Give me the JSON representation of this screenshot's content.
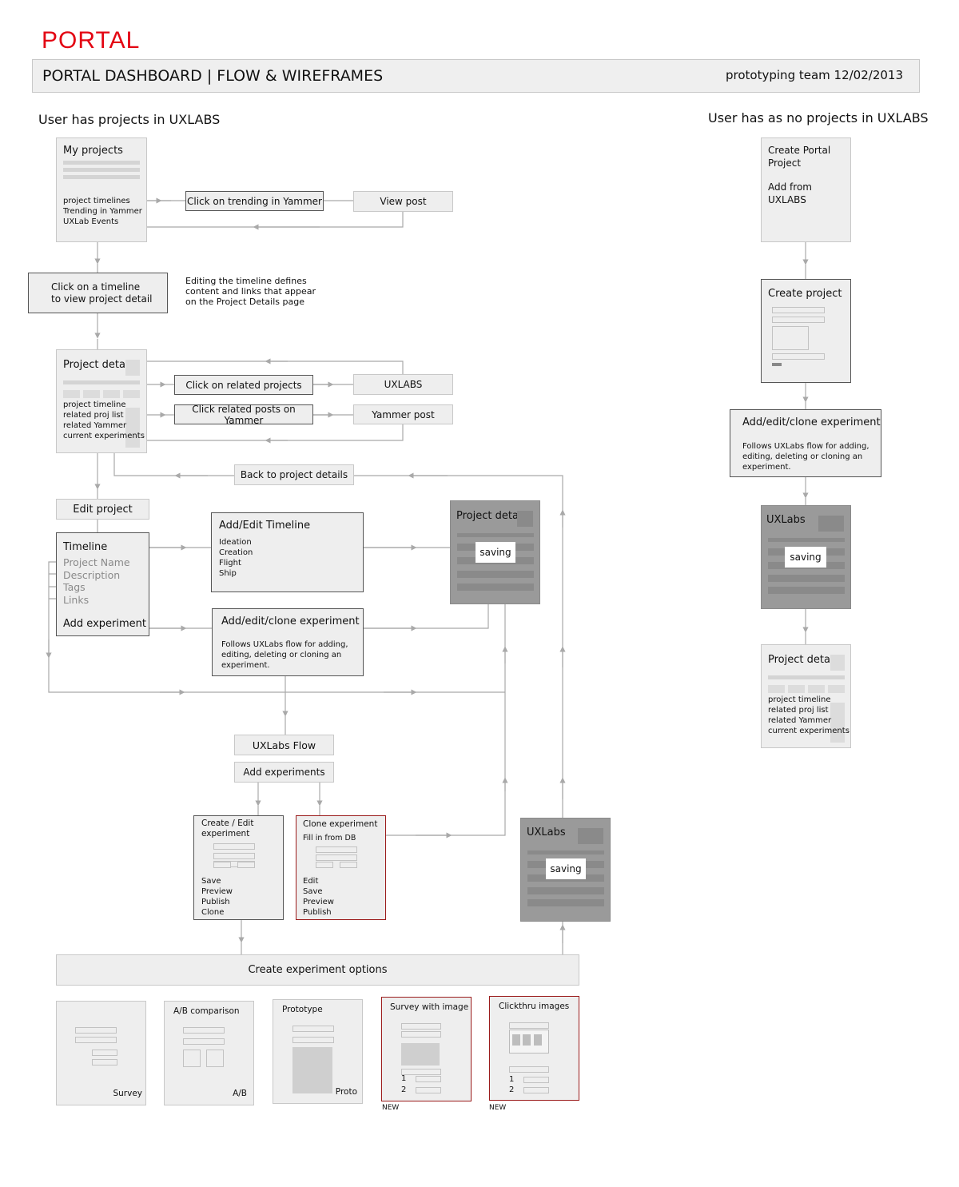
{
  "header": {
    "brand": "PORTAL",
    "title": "PORTAL DASHBOARD | FLOW & WIREFRAMES",
    "meta": "prototyping team 12/02/2013"
  },
  "sections": {
    "left": "User has projects in UXLABS",
    "right": "User has as no projects in UXLABS"
  },
  "my_projects": {
    "title": "My projects",
    "items": [
      "project timelines",
      "Trending in Yammer",
      "UXLab Events"
    ]
  },
  "trending_button": "Click on trending in Yammer",
  "view_post": "View post",
  "click_timeline": {
    "line1": "Click on a timeline",
    "line2": "to view project detail"
  },
  "timeline_note": [
    "Editing the timeline defines",
    "content and links that appear",
    "on the Project Details page"
  ],
  "project_details": {
    "title": "Project details",
    "items": [
      "project timeline",
      "related proj list",
      "related Yammer",
      "current experiments"
    ]
  },
  "related_projects_button": "Click on related projects",
  "uxlabs_label": "UXLABS",
  "related_posts_button": "Click related posts on Yammer",
  "yammer_post": "Yammer post",
  "back_button": "Back to project details",
  "edit_project": "Edit project",
  "timeline_panel": {
    "title": "Timeline",
    "fields": [
      "Project Name",
      "Description",
      "Tags",
      "Links"
    ],
    "add": "Add experiment"
  },
  "add_edit_timeline": {
    "title": "Add/Edit Timeline",
    "items": [
      "Ideation",
      "Creation",
      "Flight",
      "Ship"
    ]
  },
  "add_clone": {
    "title": "Add/edit/clone experiment",
    "desc": [
      "Follows UXLabs flow for adding,",
      "editing, deleting or cloning an",
      "experiment."
    ]
  },
  "saving_details": {
    "title": "Project details",
    "saving": "saving"
  },
  "uxlabs_flow": "UXLabs Flow",
  "add_experiments": "Add experiments",
  "create_edit": {
    "title": [
      "Create / Edit",
      "experiment"
    ],
    "actions": [
      "Save",
      "Preview",
      "Publish",
      "Clone"
    ]
  },
  "clone_exp": {
    "title": "Clone experiment",
    "sub": "Fill in from DB",
    "actions": [
      "Edit",
      "Save",
      "Preview",
      "Publish"
    ]
  },
  "uxlabs_saving": {
    "title": "UXLabs",
    "saving": "saving"
  },
  "options_bar": "Create experiment options",
  "options": {
    "survey": "Survey",
    "ab_title": "A/B comparison",
    "ab": "A/B",
    "proto_title": "Prototype",
    "proto": "Proto",
    "survey_img": "Survey with image",
    "clickthru": "Clickthru images",
    "n1": "1",
    "n2": "2",
    "new": "NEW"
  },
  "right_flow": {
    "create_portal": [
      "Create Portal",
      "Project"
    ],
    "add_from": [
      "Add from",
      "UXLABS"
    ],
    "create_project": "Create project",
    "add_clone_title": "Add/edit/clone experiment",
    "add_clone_desc": [
      "Follows UXLabs flow for adding,",
      "editing, deleting or cloning an",
      "experiment."
    ],
    "uxlabs": "UXLabs",
    "saving": "saving",
    "details_title": "Project details",
    "details_items": [
      "project timeline",
      "related proj list",
      "related Yammer",
      "current experiments"
    ]
  }
}
